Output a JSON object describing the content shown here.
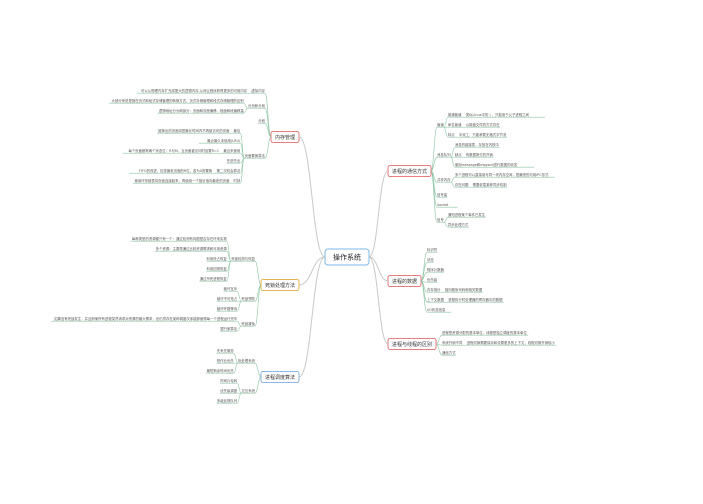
{
  "root": {
    "label": "操作系统"
  },
  "branches": [
    {
      "id": "mem",
      "label": "内存管理",
      "side": "L",
      "children": [
        {
          "label": "虚拟内存",
          "children": [
            {
              "label": "可以从物理内存扩充成更大的逻辑内存,从而让程序获得更多的可用内存"
            }
          ]
        },
        {
          "label": "分页和分段",
          "children": [
            {
              "label": "大部分来说是指在页式和段式存储管理的转换方式，页式存储管理和段式存储管理的区别"
            },
            {
              "label": "逻辑地址分为两部分：页面和页面偏移，段面和段偏移量"
            }
          ]
        },
        {
          "label": "分段"
        },
        {
          "label": "页面置换算法",
          "children": [
            {
              "label": "最佳",
              "children": [
                {
                  "label": "被换出的页面将是最长时间内不再被访问的页面"
                }
              ]
            },
            {
              "label": "最近最久未使用(LRU)"
            },
            {
              "label": "最近未使用",
              "children": [
                {
                  "label": "每个页面都有两个状态位：R与M，当页面被访问时设置R=1"
                }
              ]
            },
            {
              "label": "先进先出"
            },
            {
              "label": "第二次机会算法",
              "children": [
                {
                  "label": "FIFO的改进，检查最老页面的R位，若为0则置换"
                }
              ]
            },
            {
              "label": "时钟",
              "children": [
                {
                  "label": "使用环形链表将页面连接起来，再使用一个指针指向最老的页面"
                }
              ]
            }
          ]
        }
      ]
    },
    {
      "id": "dead",
      "label": "死锁处理方法",
      "side": "L",
      "children": [
        {
          "label": "死锁检测与恢复",
          "children": [
            {
              "label": "每种类型的资源都只有一个：通过检测有向图是否存在环来实现"
            },
            {
              "label": "多个资源：主要是通过比较资源需求和可用资源"
            },
            {
              "label": "利用抢占恢复"
            },
            {
              "label": "利用回滚恢复"
            },
            {
              "label": "通过杀死进程恢复"
            }
          ]
        },
        {
          "label": "死锁预防",
          "children": [
            {
              "label": "破坏互斥"
            },
            {
              "label": "破坏不可抢占"
            },
            {
              "label": "破坏环路等待"
            }
          ]
        },
        {
          "label": "死锁避免",
          "children": [
            {
              "label": "如果没有死锁发生，并且即使所有进程突然请求对资源的最大需求，也仍然存在某种调度次序能够使得每一个进程运行完毕"
            },
            {
              "label": "银行家算法"
            }
          ]
        }
      ]
    },
    {
      "id": "sched",
      "label": "进程调度算法",
      "side": "L",
      "children": [
        {
          "label": "批处理系统",
          "children": [
            {
              "label": "先来先服务"
            },
            {
              "label": "短作业优先"
            },
            {
              "label": "最短剩余时间优先"
            }
          ]
        },
        {
          "label": "交互系统",
          "children": [
            {
              "label": "时间片轮转"
            },
            {
              "label": "优先级调度"
            },
            {
              "label": "多级反馈队列"
            }
          ]
        }
      ]
    },
    {
      "id": "ipc",
      "label": "进程的通信方式",
      "side": "R",
      "children": [
        {
          "label": "管道",
          "children": [
            {
              "label": "普通管道",
              "children": [
                {
                  "label": "类似Linux中的 | ，只能用于父子进程之间"
                }
              ]
            },
            {
              "label": "命名管道",
              "children": [
                {
                  "label": "以磁盘文件的方式存在"
                }
              ]
            },
            {
              "label": "特点",
              "children": [
                {
                  "label": "半双工，只能承载无格式字节流"
                }
              ]
            }
          ]
        },
        {
          "label": "消息队列",
          "children": [
            {
              "label": "消息的链接表，存放在内核中"
            },
            {
              "label": "缺点",
              "children": [
                {
                  "label": "有数据拷贝的开销"
                }
              ]
            },
            {
              "label": "使用message和msgsnd进行数据的收发"
            }
          ]
        },
        {
          "label": "共享内存",
          "children": [
            {
              "label": "多个进程可以直接读写同一块内存空间，是最快的可用IPC形式"
            },
            {
              "label": "存在问题",
              "children": [
                {
                  "label": "需要依靠某种同步机制"
                }
              ]
            }
          ]
        },
        {
          "label": "信号量"
        },
        {
          "label": "Socket"
        },
        {
          "label": "信号",
          "children": [
            {
              "label": "通知进程某个事件已发生"
            },
            {
              "label": "异步处理方式"
            }
          ]
        }
      ]
    },
    {
      "id": "data",
      "label": "进程的数据",
      "side": "R",
      "children": [
        {
          "label": "标识符"
        },
        {
          "label": "状态"
        },
        {
          "label": "程序计数器"
        },
        {
          "label": "优先级"
        },
        {
          "label": "内存指针",
          "children": [
            {
              "label": "指向程序代码和相关数据"
            }
          ]
        },
        {
          "label": "上下文数据",
          "children": [
            {
              "label": "进程执行时处理器的寄存器中的数据"
            }
          ]
        },
        {
          "label": "I/O状态信息"
        }
      ]
    },
    {
      "id": "pt",
      "label": "进程与线程的区别",
      "side": "R",
      "children": [
        {
          "label": "进程是资源分配的基本单位，线程是独立调度的基本单位"
        },
        {
          "label": "系统开销不同",
          "children": [
            {
              "label": "进程切换需要保存和设置更多的上下文，线程切换开销较小"
            }
          ]
        },
        {
          "label": "通信方式"
        }
      ]
    }
  ]
}
